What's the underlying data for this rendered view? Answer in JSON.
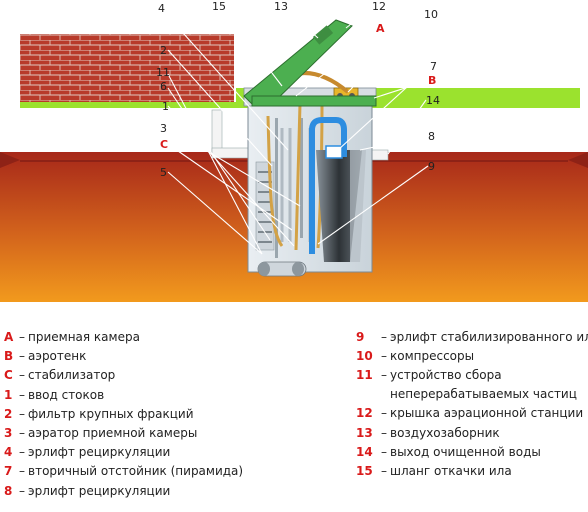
{
  "callouts": [
    {
      "id": "n4",
      "text": "4",
      "color": "#222222"
    },
    {
      "id": "n15",
      "text": "15",
      "color": "#222222"
    },
    {
      "id": "n13",
      "text": "13",
      "color": "#222222"
    },
    {
      "id": "n12",
      "text": "12",
      "color": "#222222"
    },
    {
      "id": "n10",
      "text": "10",
      "color": "#222222"
    },
    {
      "id": "A",
      "text": "А",
      "color": "#d91a1a"
    },
    {
      "id": "n2",
      "text": "2",
      "color": "#222222"
    },
    {
      "id": "n11",
      "text": "11",
      "color": "#222222"
    },
    {
      "id": "n6",
      "text": "6",
      "color": "#222222"
    },
    {
      "id": "n7",
      "text": "7",
      "color": "#222222"
    },
    {
      "id": "B",
      "text": "В",
      "color": "#d91a1a"
    },
    {
      "id": "n1",
      "text": "1",
      "color": "#222222"
    },
    {
      "id": "n14",
      "text": "14",
      "color": "#222222"
    },
    {
      "id": "n3",
      "text": "3",
      "color": "#222222"
    },
    {
      "id": "n8",
      "text": "8",
      "color": "#222222"
    },
    {
      "id": "C",
      "text": "С",
      "color": "#d91a1a"
    },
    {
      "id": "n9",
      "text": "9",
      "color": "#222222"
    },
    {
      "id": "n5",
      "text": "5",
      "color": "#222222"
    }
  ],
  "legend_left": [
    {
      "key": "А",
      "text": "приемная камера"
    },
    {
      "key": "В",
      "text": "аэротенк"
    },
    {
      "key": "С",
      "text": "стабилизатор"
    },
    {
      "key": "1",
      "text": "ввод стоков"
    },
    {
      "key": "2",
      "text": "фильтр крупных фракций"
    },
    {
      "key": "3",
      "text": "аэратор приемной камеры"
    },
    {
      "key": "4",
      "text": "эрлифт рециркуляции"
    },
    {
      "key": "7",
      "text": "вторичный отстойник (пирамида)"
    },
    {
      "key": "8",
      "text": "эрлифт рециркуляции"
    }
  ],
  "legend_right": [
    {
      "key": "9",
      "text": "эрлифт стабилизированного ила"
    },
    {
      "key": "10",
      "text": "компрессоры"
    },
    {
      "key": "11",
      "text": "устройство сбора неперерабатываемых частиц"
    },
    {
      "key": "12",
      "text": "крышка аэрационной станции"
    },
    {
      "key": "13",
      "text": "воздухозаборник"
    },
    {
      "key": "14",
      "text": "выход очищенной воды"
    },
    {
      "key": "15",
      "text": "шланг откачки ила"
    }
  ],
  "colors": {
    "key_red": "#d91a1a",
    "lid_green": "#4caf50",
    "grass": "#9be22e",
    "brick": "#b83a2a"
  }
}
